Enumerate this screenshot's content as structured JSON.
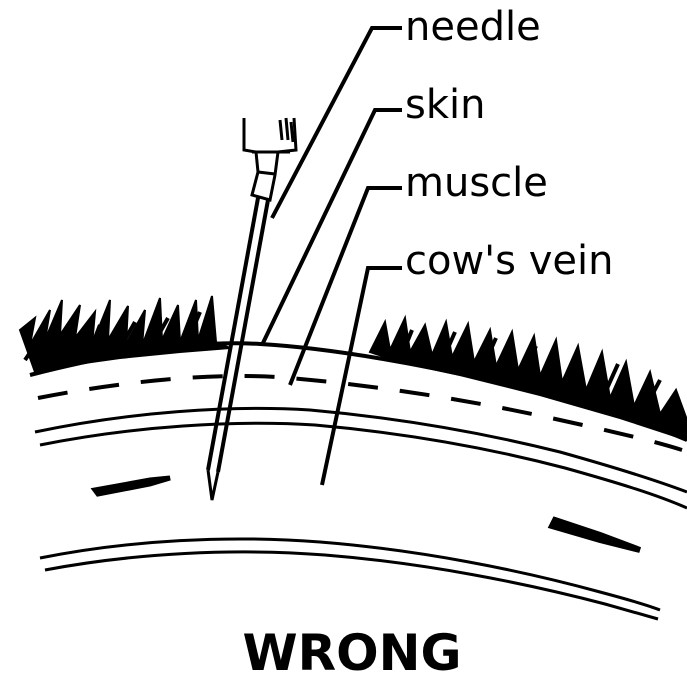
{
  "labels": {
    "needle": "needle",
    "skin": "skin",
    "muscle": "muscle",
    "cow_vein": "cow's vein"
  },
  "caption": "WRONG",
  "colors": {
    "ink": "#000000",
    "background": "#ffffff"
  }
}
